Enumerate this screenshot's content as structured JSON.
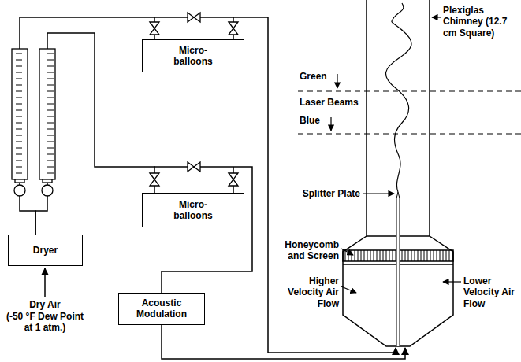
{
  "diagram": {
    "nodes": [
      {
        "text": [
          "Micro- balloons"
        ]
      },
      {
        "text": [
          "Micro- balloons"
        ]
      },
      {
        "text": [
          "Dryer"
        ]
      },
      {
        "text": [
          "Acoustic Modulation"
        ]
      }
    ],
    "edges": [
      {
        "from": 2,
        "to": 0,
        "arrow": "none"
      },
      {
        "from": 2,
        "to": 1,
        "arrow": "none"
      },
      {
        "from": 1,
        "to": 3,
        "arrow": "none"
      }
    ],
    "labels": [
      "Plexiglas Chimney (12.7 cm Square)",
      "Green",
      "Laser Beams",
      "Blue",
      "Splitter Plate",
      "Honeycomb and Screen",
      "Higher Velocity Air Flow",
      "Lower Velocity Air Flow",
      "Dry Air",
      "(-50 °F Dew Point at 1 atm.)"
    ]
  }
}
